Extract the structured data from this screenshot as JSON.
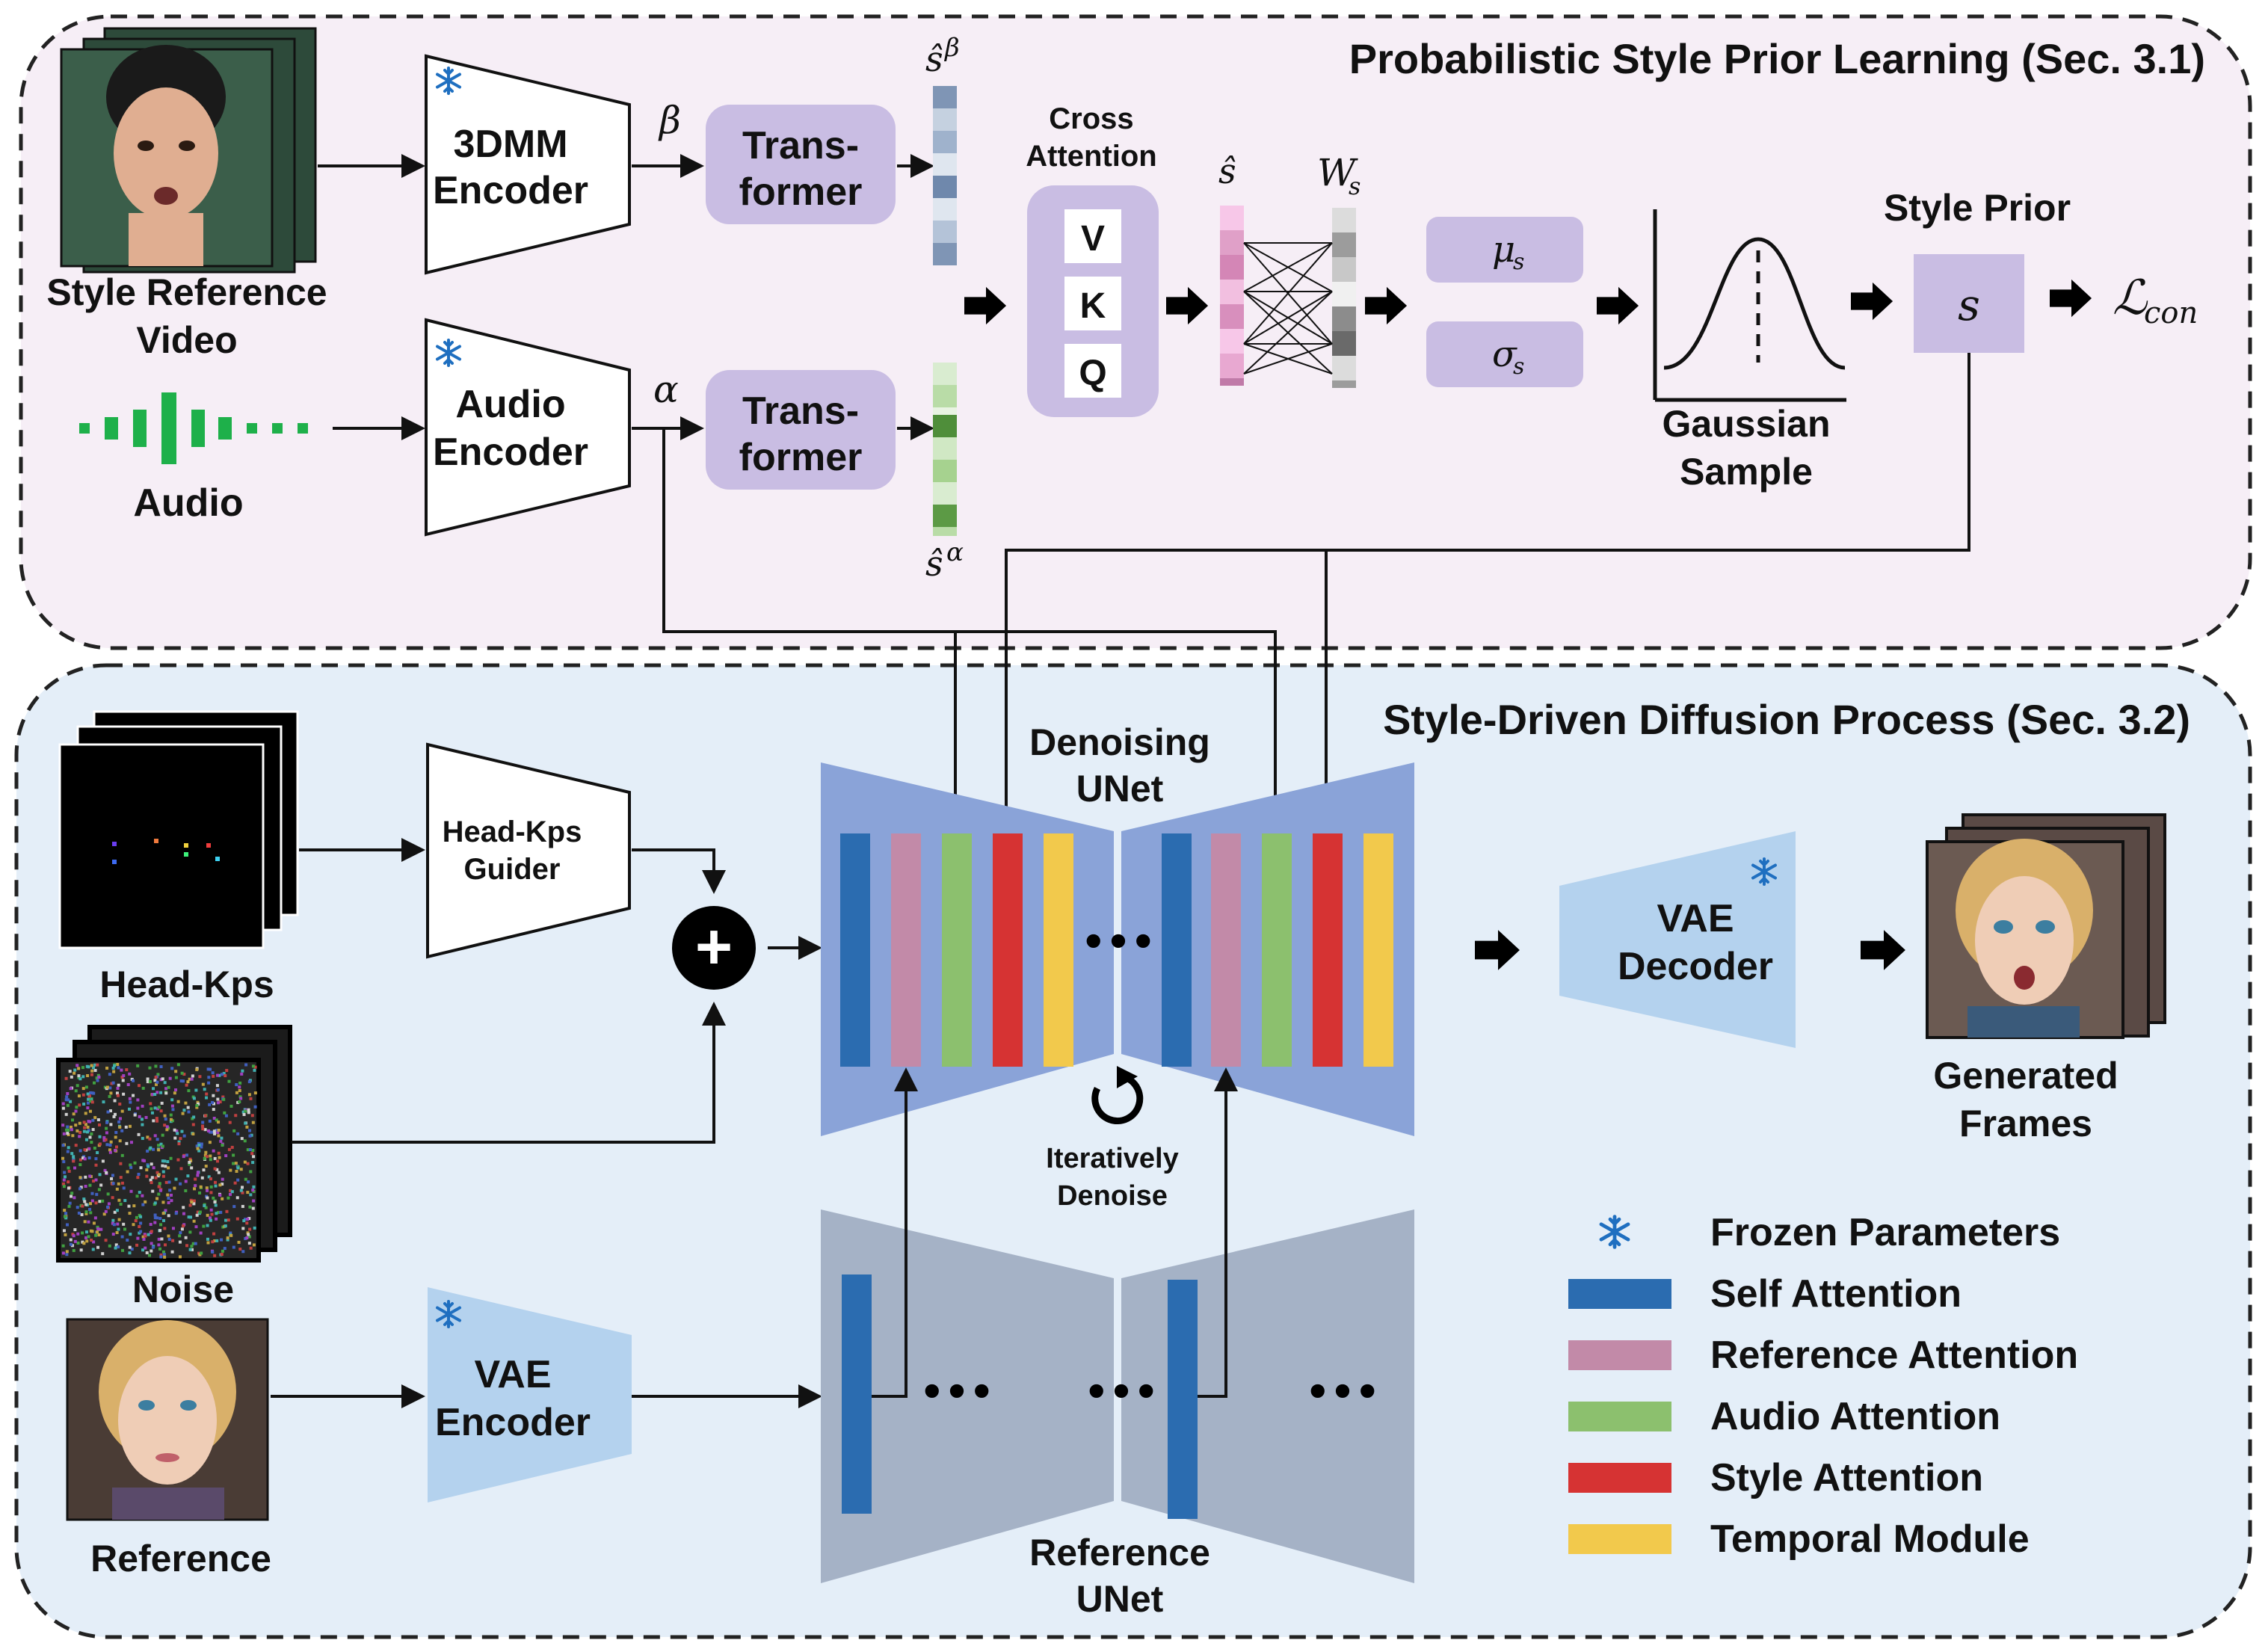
{
  "sections": {
    "top_title": "Probabilistic Style Prior Learning (Sec. 3.1)",
    "bottom_title": "Style-Driven Diffusion Process (Sec. 3.2)"
  },
  "inputs": {
    "style_video": [
      "Style Reference",
      "Video"
    ],
    "audio": "Audio",
    "head_kps": "Head-Kps",
    "noise": "Noise",
    "reference": "Reference"
  },
  "modules": {
    "encoder_3dmm": [
      "3DMM",
      "Encoder"
    ],
    "audio_encoder": [
      "Audio",
      "Encoder"
    ],
    "transformer_top": [
      "Trans-",
      "former"
    ],
    "transformer_bottom": [
      "Trans-",
      "former"
    ],
    "cross_attention": [
      "Cross",
      "Attention"
    ],
    "qkv": [
      "V",
      "K",
      "Q"
    ],
    "gaussian_sample": [
      "Gaussian",
      "Sample"
    ],
    "style_prior": "Style Prior",
    "head_kps_guider": [
      "Head-Kps",
      "Guider"
    ],
    "denoising_unet": [
      "Denoising",
      "UNet"
    ],
    "iteratively_denoise": [
      "Iteratively",
      "Denoise"
    ],
    "vae_decoder": [
      "VAE",
      "Decoder"
    ],
    "vae_encoder": [
      "VAE",
      "Encoder"
    ],
    "reference_unet": [
      "Reference",
      "UNet"
    ],
    "generated_frames": [
      "Generated",
      "Frames"
    ],
    "ellipsis": "•••"
  },
  "symbols": {
    "beta": "β",
    "alpha": "α",
    "s_hat_beta": "ŝ",
    "s_hat_beta_sup": "β",
    "s_hat_alpha": "ŝ",
    "s_hat_alpha_sup": "α",
    "s_hat": "ŝ",
    "W_s": "W",
    "W_s_sub": "s",
    "mu_s": "μ",
    "mu_s_sub": "s",
    "sigma_s": "σ",
    "sigma_s_sub": "s",
    "s": "s",
    "loss": "ℒ",
    "loss_sub": "con",
    "plus": "+"
  },
  "legend": [
    {
      "label": "Frozen Parameters",
      "icon": "snowflake-icon",
      "color": "#1f6fc0"
    },
    {
      "label": "Self Attention",
      "color": "#2b6cb0"
    },
    {
      "label": "Reference Attention",
      "color": "#c28aa8"
    },
    {
      "label": "Audio Attention",
      "color": "#8cc06e"
    },
    {
      "label": "Style Attention",
      "color": "#d63333"
    },
    {
      "label": "Temporal Module",
      "color": "#f2c94c"
    }
  ],
  "colors": {
    "top_bg": "#f6eef6",
    "bottom_bg": "#e4eef8",
    "lavender": "#c9bde3",
    "unet_blue": "#8aa3d8",
    "unet_gray": "#a5b2c6",
    "vae_blue": "#b4d2ee"
  }
}
